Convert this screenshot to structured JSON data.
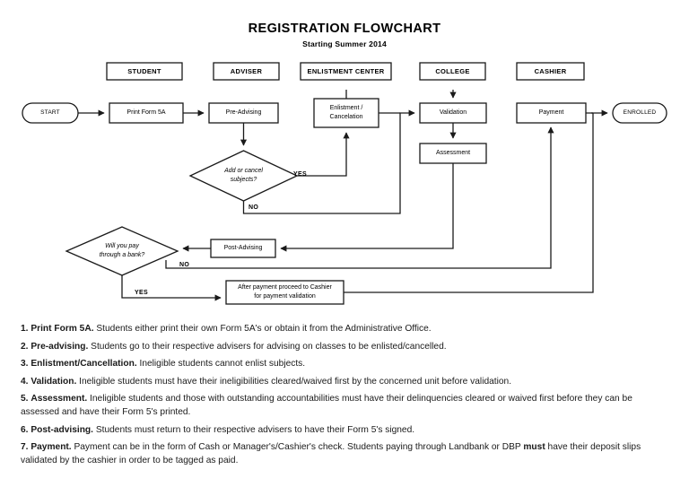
{
  "title": {
    "main": "REGISTRATION FLOWCHART",
    "subtitle": "Starting Summer 2014"
  },
  "columns": [
    {
      "id": "student",
      "label": "STUDENT"
    },
    {
      "id": "adviser",
      "label": "ADVISER"
    },
    {
      "id": "enlistment-center",
      "label": "ENLISTMENT CENTER"
    },
    {
      "id": "college",
      "label": "COLLEGE"
    },
    {
      "id": "cashier",
      "label": "CASHIER"
    }
  ],
  "nodes": {
    "start": {
      "label": "START",
      "shape": "terminator"
    },
    "print_form": {
      "label": "Print Form 5A",
      "shape": "process"
    },
    "pre_advising": {
      "label": "Pre-Advising",
      "shape": "process"
    },
    "add_cancel": {
      "label": "Add or cancel subjects?",
      "line1": "Add or cancel",
      "line2": "subjects?",
      "shape": "decision"
    },
    "enlistment": {
      "label": "Enlistment / Cancelation",
      "line1": "Enlistment /",
      "line2": "Cancelation",
      "shape": "process"
    },
    "validation": {
      "label": "Validation",
      "shape": "process"
    },
    "assessment": {
      "label": "Assessment",
      "shape": "process"
    },
    "payment": {
      "label": "Payment",
      "shape": "process"
    },
    "enrolled": {
      "label": "ENROLLED",
      "shape": "terminator"
    },
    "post_advising": {
      "label": "Post-Advising",
      "shape": "process"
    },
    "bank": {
      "label": "Will you pay through a bank?",
      "line1": "Will you pay",
      "line2": "through a bank?",
      "shape": "decision"
    },
    "after_payment": {
      "label": "After payment proceed to Cashier for payment validation",
      "line1": "After payment proceed to Cashier",
      "line2": "for payment validation",
      "shape": "process"
    }
  },
  "branches": {
    "add_cancel_yes": "YES",
    "add_cancel_no": "NO",
    "bank_no": "NO",
    "bank_yes": "YES"
  },
  "legend": [
    {
      "num": "1.",
      "term": "Print Form 5A.",
      "text": " Students either print their own Form 5A's or obtain it from the Administrative Office."
    },
    {
      "num": "2.",
      "term": "Pre-advising.",
      "text": " Students go to their respective advisers for advising on classes to be enlisted/cancelled."
    },
    {
      "num": "3.",
      "term": "Enlistment/Cancellation.",
      "text": " Ineligible students cannot enlist subjects."
    },
    {
      "num": "4.",
      "term": "Validation.",
      "text": " Ineligible students must have their ineligibilities cleared/waived first by the concerned unit before validation."
    },
    {
      "num": "5.",
      "term": "Assessment.",
      "text": " Ineligible students and those with outstanding accountabilities must have their delinquencies cleared or waived first before they can be assessed and have their Form 5's printed."
    },
    {
      "num": "6.",
      "term": "Post-advising.",
      "text": " Students must return to their respective advisers to have their Form 5's signed."
    },
    {
      "num": "7.",
      "term": "Payment.",
      "text": " Payment can be in the form of Cash or Manager's/Cashier's check. Students paying through Landbank or DBP ",
      "bold_tail": "must",
      "text2": " have their deposit slips validated by the cashier in order to be tagged as paid."
    }
  ],
  "colors": {
    "stroke": "#1a1a1a",
    "fill": "#ffffff",
    "text": "#000000"
  }
}
